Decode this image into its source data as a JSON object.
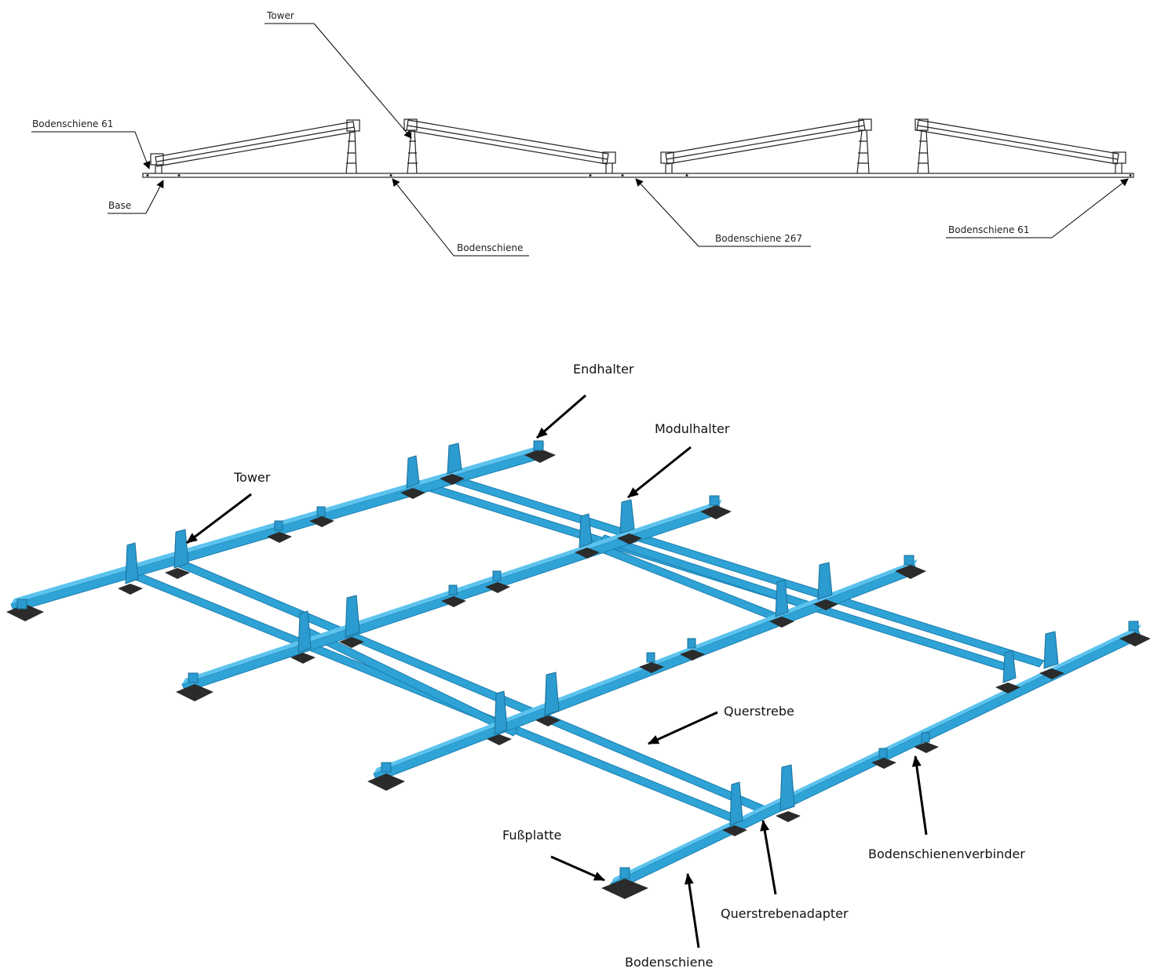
{
  "side_view": {
    "labels": {
      "tower": "Tower",
      "bodenschiene_61_left": "Bodenschiene 61",
      "base": "Base",
      "bodenschiene": "Bodenschiene",
      "bodenschiene_267": "Bodenschiene 267",
      "bodenschiene_61_right": "Bodenschiene 61"
    }
  },
  "iso_view": {
    "labels": {
      "endhalter": "Endhalter",
      "modulhalter": "Modulhalter",
      "tower": "Tower",
      "querstrebe": "Querstrebe",
      "fussplatte": "Fußplatte",
      "bodenschienenverbinder": "Bodenschienenverbinder",
      "querstrebenadapter": "Querstrebenadapter",
      "bodenschiene": "Bodenschiene"
    }
  },
  "colors": {
    "rail": "#2fa3d6",
    "rail_highlight": "#5cc3ee",
    "foot": "#2b2b2b",
    "line": "#000000"
  }
}
